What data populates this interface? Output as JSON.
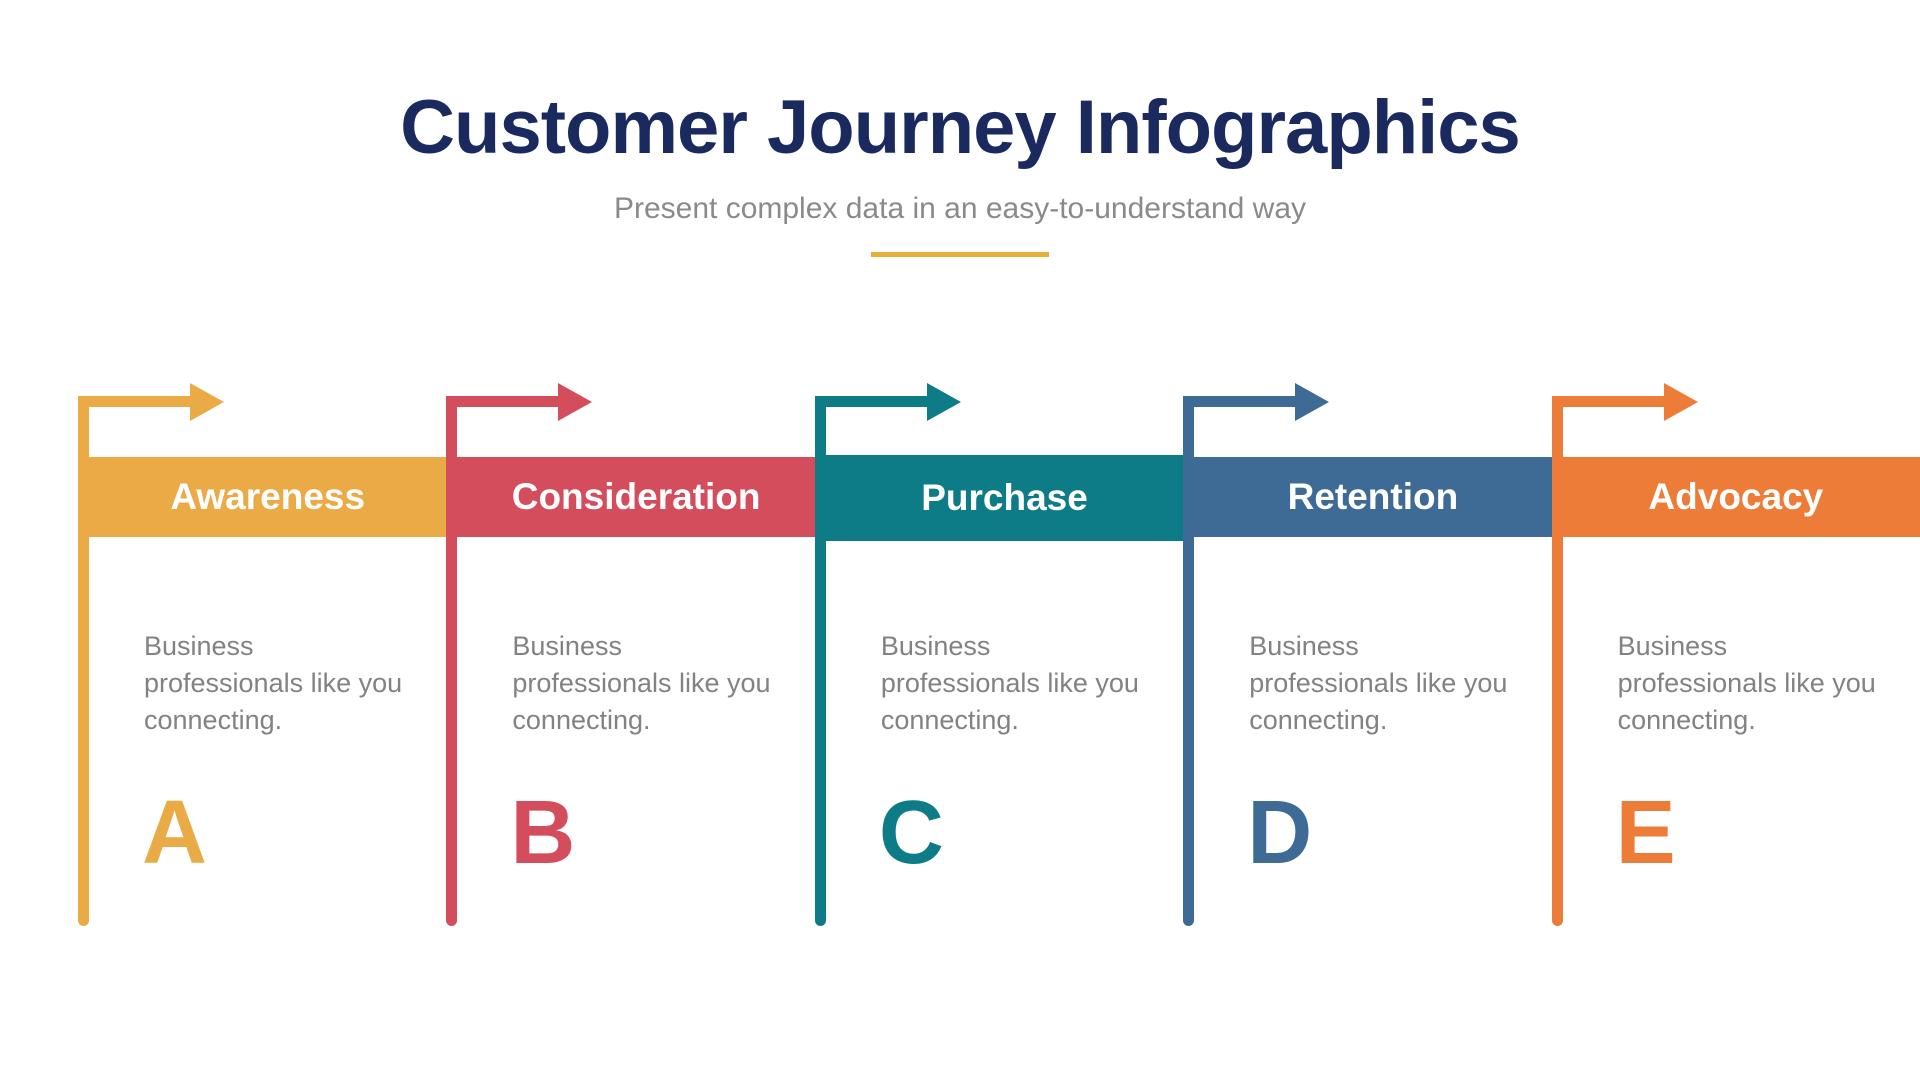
{
  "header": {
    "title": "Customer Journey Infographics",
    "subtitle": "Present complex data in an easy-to-understand way"
  },
  "colors": {
    "title_navy": "#1B2A5E",
    "subtitle_gray": "#8A8A8A",
    "description_gray": "#828282",
    "divider_gold": "#E7AE3C"
  },
  "stages": [
    {
      "label": "Awareness",
      "letter": "A",
      "description": "Business professionals like you connecting.",
      "color": "#EAAB47"
    },
    {
      "label": "Consideration",
      "letter": "B",
      "description": "Business professionals like you connecting.",
      "color": "#D44D5C"
    },
    {
      "label": "Purchase",
      "letter": "C",
      "description": "Business professionals like you connecting.",
      "color": "#0E7C87"
    },
    {
      "label": "Retention",
      "letter": "D",
      "description": "Business professionals like you connecting.",
      "color": "#3E6A96"
    },
    {
      "label": "Advocacy",
      "letter": "E",
      "description": "Business professionals like you connecting.",
      "color": "#EC7C37"
    }
  ]
}
